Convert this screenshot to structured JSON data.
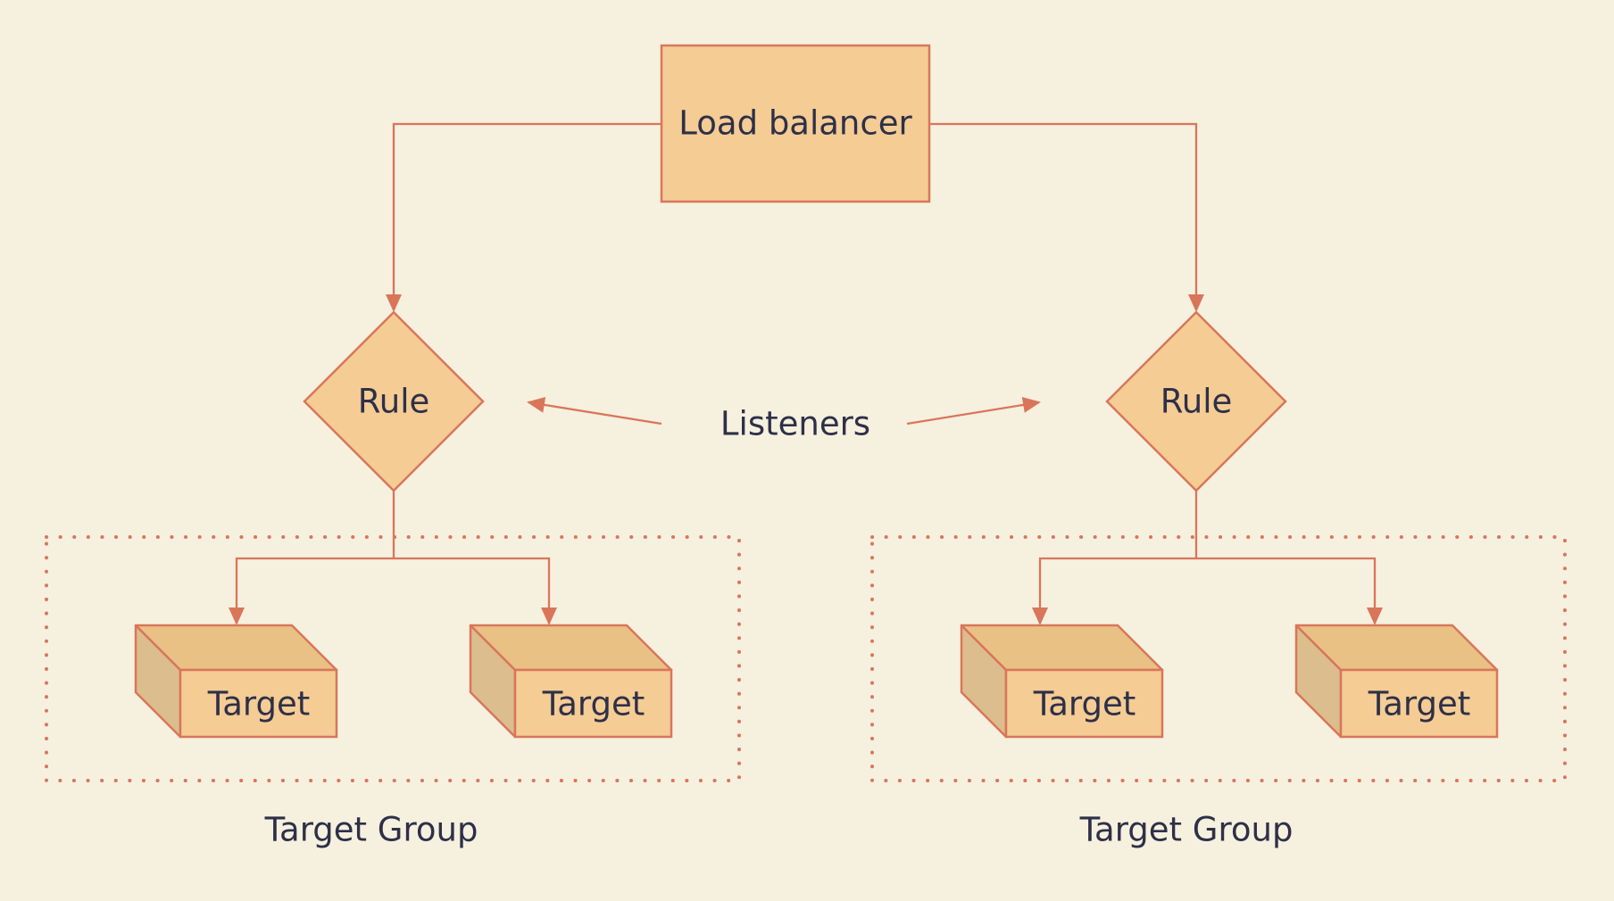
{
  "colors": {
    "background": "#f6f0df",
    "node_fill": "#f4cc94",
    "node_stroke": "#d9765a",
    "box_side": "#dcbd8d",
    "box_top": "#e9c185",
    "text": "#2e3048"
  },
  "load_balancer": {
    "label": "Load balancer"
  },
  "listeners": {
    "label": "Listeners"
  },
  "rules": [
    {
      "label": "Rule"
    },
    {
      "label": "Rule"
    }
  ],
  "target_groups": [
    {
      "label": "Target Group",
      "targets": [
        {
          "label": "Target"
        },
        {
          "label": "Target"
        }
      ]
    },
    {
      "label": "Target Group",
      "targets": [
        {
          "label": "Target"
        },
        {
          "label": "Target"
        }
      ]
    }
  ]
}
